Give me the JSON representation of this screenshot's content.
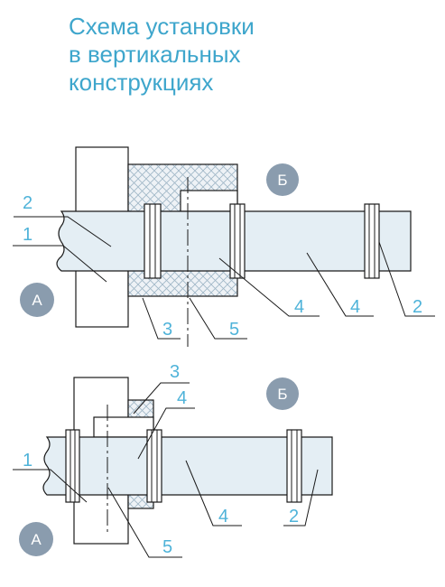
{
  "title": {
    "line1": "Схема установки",
    "line2": "в вертикальных",
    "line3": "конструкциях"
  },
  "top_diagram": {
    "marker_a": "А",
    "marker_b": "Б",
    "labels": [
      "2",
      "1",
      "3",
      "5",
      "4",
      "4",
      "2"
    ]
  },
  "bottom_diagram": {
    "marker_a": "А",
    "marker_b": "Б",
    "labels": [
      "3",
      "4",
      "1",
      "5",
      "4",
      "2"
    ]
  },
  "colors": {
    "title": "#3ea6cc",
    "label": "#4fb3d9",
    "pipe_fill": "#e4eef4",
    "insulation_fill": "#eef2f6",
    "marker": "#8a9cae",
    "outline": "#1a1a1a"
  }
}
